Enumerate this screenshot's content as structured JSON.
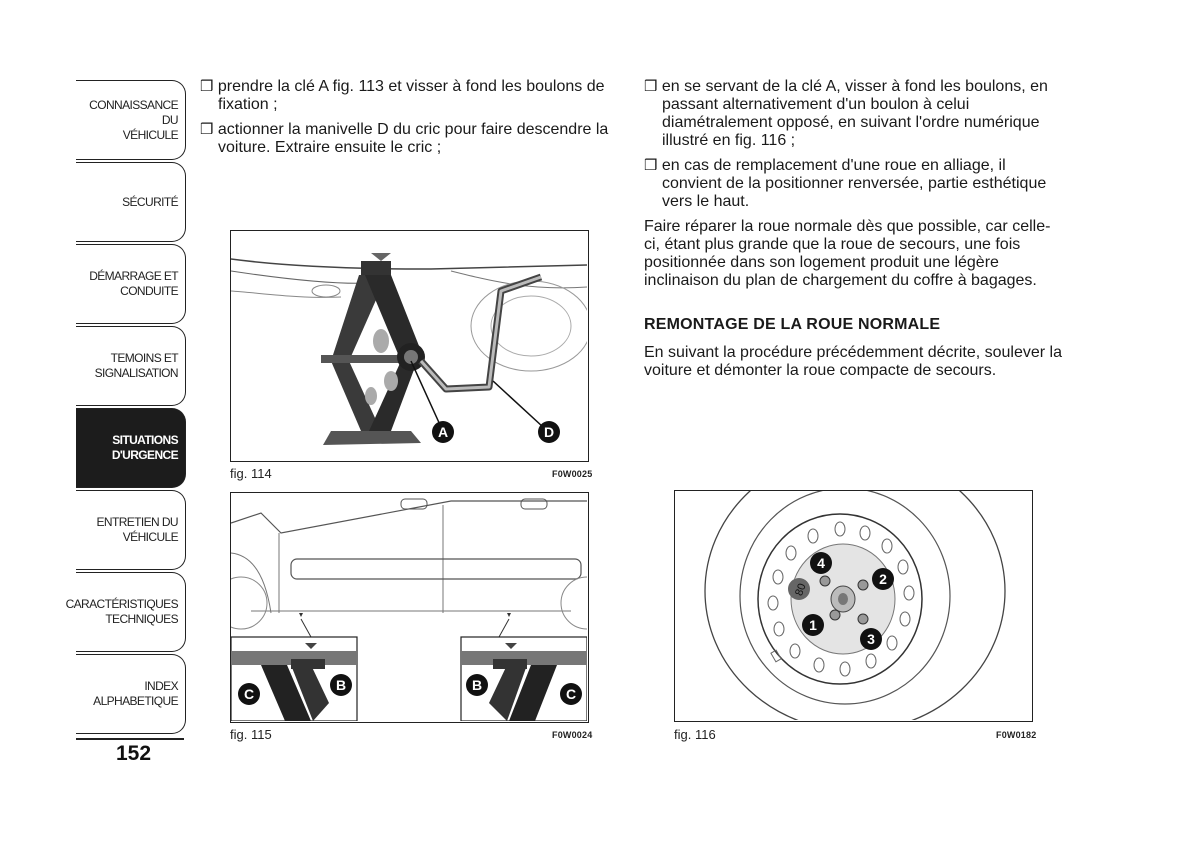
{
  "sidebar": {
    "tabs": [
      {
        "label": "CONNAISSANCE DU\nVÉHICULE",
        "active": false
      },
      {
        "label": "SÉCURITÉ",
        "active": false
      },
      {
        "label": "DÉMARRAGE ET\nCONDUITE",
        "active": false
      },
      {
        "label": "TEMOINS ET\nSIGNALISATION",
        "active": false
      },
      {
        "label": "SITUATIONS\nD'URGENCE",
        "active": true
      },
      {
        "label": "ENTRETIEN DU\nVÉHICULE",
        "active": false
      },
      {
        "label": "CARACTÉRISTIQUES\nTECHNIQUES",
        "active": false
      },
      {
        "label": "INDEX\nALPHABETIQUE",
        "active": false
      }
    ]
  },
  "page_number": "152",
  "left_column": {
    "bullets": [
      "prendre la clé A fig. 113 et visser à fond les boulons de fixation ;",
      "actionner la manivelle D du cric pour faire descendre la voiture. Extraire ensuite le cric ;"
    ]
  },
  "right_column": {
    "bullets": [
      "en se servant de la clé A, visser à fond les boulons, en passant alternativement d'un boulon à celui diamétralement opposé, en suivant l'ordre numérique illustré en fig. 116 ;",
      "en cas de remplacement d'une roue en alliage, il convient de la positionner renversée, partie esthétique vers le haut."
    ],
    "paragraph": "Faire réparer la roue normale dès que possible, car celle-ci, étant plus grande que la roue de secours, une fois positionnée dans son logement produit une légère inclinaison du plan de chargement du coffre à bagages.",
    "heading": "REMONTAGE DE LA ROUE NORMALE",
    "paragraph2": "En suivant la procédure précédemment décrite, soulever la voiture et démonter la roue compacte de secours."
  },
  "figures": {
    "fig114": {
      "caption": "fig. 114",
      "code": "F0W0025",
      "labels": {
        "a": "A",
        "d": "D"
      }
    },
    "fig115": {
      "caption": "fig. 115",
      "code": "F0W0024",
      "labels": {
        "b": "B",
        "c": "C"
      }
    },
    "fig116": {
      "caption": "fig. 116",
      "code": "F0W0182",
      "labels": {
        "n1": "1",
        "n2": "2",
        "n3": "3",
        "n4": "4",
        "disc": "80"
      }
    }
  },
  "bullet_glyph": "❒"
}
